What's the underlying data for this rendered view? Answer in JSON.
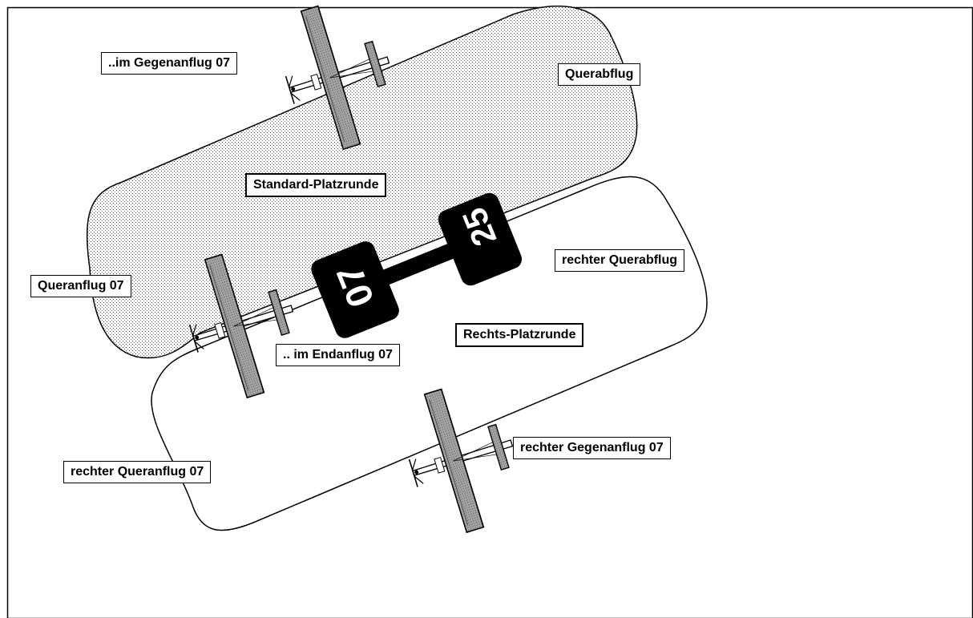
{
  "colors": {
    "circuit_outline": "#000000",
    "standard_fill": "#d9d9d9",
    "runway": "#000000",
    "runway_number": "#ffffff",
    "aircraft_wing": "#8c8c8c"
  },
  "runway": {
    "designator_west": "07",
    "designator_east": "25"
  },
  "circuits": {
    "standard_label": "Standard-Platzrunde",
    "right_label": "Rechts-Platzrunde"
  },
  "legs": {
    "downwind": "..im Gegenanflug 07",
    "crosswind": "Querabflug",
    "base": "Queranflug 07",
    "final": ".. im Endanflug 07",
    "right_crosswind": "rechter Querabflug",
    "right_downwind": "rechter Gegenanflug 07",
    "right_base": "rechter Queranflug 07"
  },
  "icons": [
    "airplane-icon",
    "runway-threshold-icon"
  ]
}
